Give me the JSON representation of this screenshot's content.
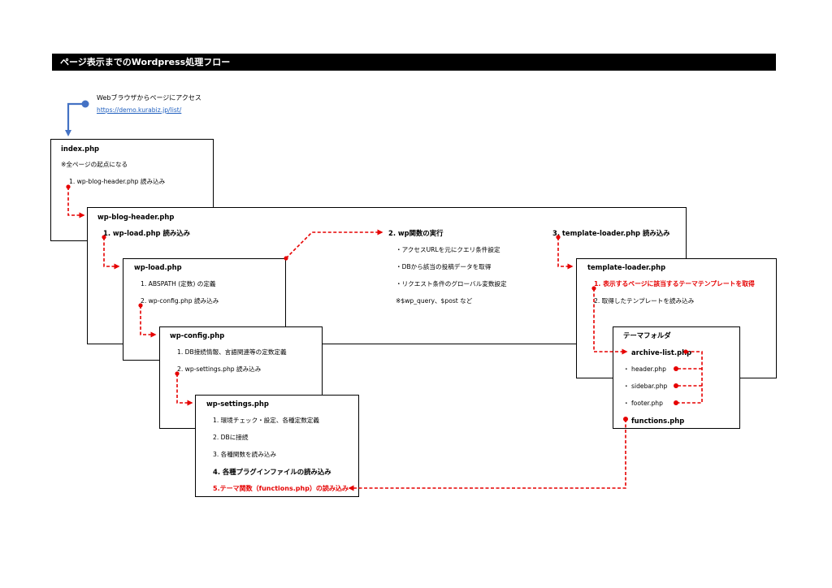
{
  "title": "ページ表示までのWordpress処理フロー",
  "browser": {
    "text": "Webブラウザからページにアクセス",
    "url": "https://demo.kurabiz.jp/list/"
  },
  "index": {
    "name": "index.php",
    "note": "※全ページの起点になる",
    "step1": "1. wp-blog-header.php 読み込み"
  },
  "blog_header": {
    "name": "wp-blog-header.php",
    "step1": "1. wp-load.php 読み込み",
    "step2": "2. wp関数の実行",
    "step2_items": [
      "・アクセスURLを元にクエリ条件設定",
      "・DBから該当の投稿データを取得",
      "・リクエスト条件のグローバル変数設定",
      "※$wp_query、$post など"
    ],
    "step3": "3. template-loader.php 読み込み"
  },
  "wp_load": {
    "name": "wp-load.php",
    "step1": "1. ABSPATH (定数) の定義",
    "step2": "2. wp-config.php 読み込み"
  },
  "wp_config": {
    "name": "wp-config.php",
    "step1": "1. DB接続情報、言語関連等の定数定義",
    "step2": "2. wp-settings.php 読み込み"
  },
  "wp_settings": {
    "name": "wp-settings.php",
    "step1": "1. 環境チェック・設定、各種定数定義",
    "step2": "2. DBに接続",
    "step3": "3. 各種関数を読み込み",
    "step4": "4. 各種プラグインファイルの読み込み",
    "step5": "5.テーマ関数（functions.php）の読み込み"
  },
  "template_loader": {
    "name": "template-loader.php",
    "step1": "1. 表示するページに該当するテーマテンプレートを取得",
    "step2": "2. 取得したテンプレートを読み込み"
  },
  "theme_folder": {
    "name": "テーマフォルダ",
    "archive": "archive-list.php",
    "header": "・ header.php",
    "sidebar": "・ sidebar.php",
    "footer": "・ footer.php",
    "functions": "functions.php"
  },
  "colors": {
    "accent_red": "#e60000",
    "blue": "#4472c4",
    "bar": "#000000"
  }
}
